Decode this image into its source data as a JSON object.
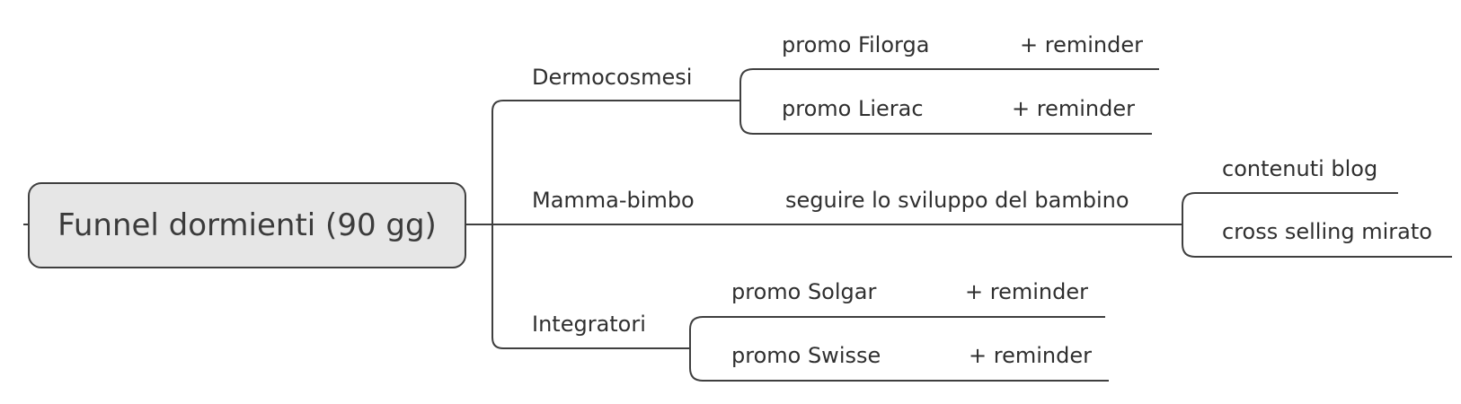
{
  "root": {
    "label": "Funnel dormienti (90 gg)"
  },
  "branches": [
    {
      "label": "Dermocosmesi",
      "children": [
        {
          "label": "promo Filorga",
          "note": "+ reminder"
        },
        {
          "label": "promo Lierac",
          "note": "+ reminder"
        }
      ]
    },
    {
      "label": "Mamma-bimbo",
      "child": {
        "label": "seguire lo sviluppo del bambino"
      },
      "grandchildren": [
        {
          "label": "contenuti blog"
        },
        {
          "label": "cross selling mirato"
        }
      ]
    },
    {
      "label": "Integratori",
      "children": [
        {
          "label": "promo Solgar",
          "note": "+ reminder"
        },
        {
          "label": "promo Swisse",
          "note": "+ reminder"
        }
      ]
    }
  ],
  "colors": {
    "line": "#3f3f3f",
    "root_fill": "#e6e6e6",
    "text": "#2f2f2f"
  }
}
